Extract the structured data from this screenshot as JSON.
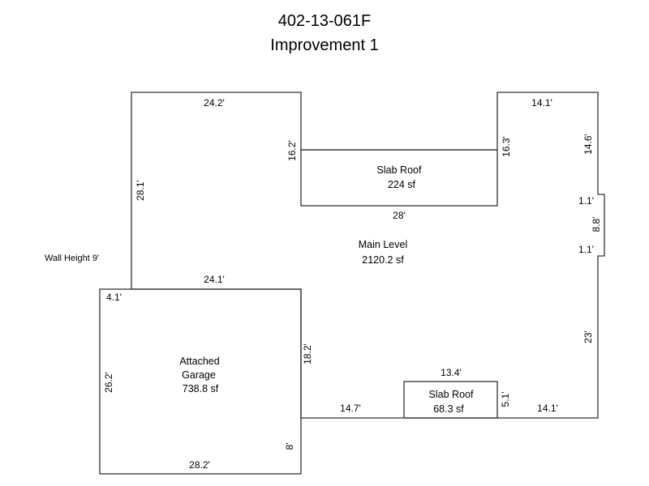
{
  "title": {
    "parcel": "402-13-061F",
    "subtitle": "Improvement 1"
  },
  "wall_height": "Wall Height 9'",
  "areas": {
    "main": {
      "name": "Main Level",
      "area": "2120.2 sf"
    },
    "slab_roof_top": {
      "name": "Slab Roof",
      "area": "224 sf"
    },
    "slab_roof_bottom": {
      "name": "Slab Roof",
      "area": "68.3 sf"
    },
    "garage": {
      "name_line1": "Attached",
      "name_line2": "Garage",
      "area": "738.8 sf"
    }
  },
  "dimensions": {
    "top_left": "24.2'",
    "left_upper": "28.1'",
    "notch_left": "16.2'",
    "notch_bottom": "28'",
    "notch_right": "16.3'",
    "top_right": "14.1'",
    "right_upper": "14.6'",
    "bump_top": "1.1'",
    "bump_side": "8.8'",
    "bump_bottom": "1.1'",
    "right_lower": "23'",
    "bottom_right": "14.1'",
    "slab2_top": "13.4'",
    "slab2_side": "5.1'",
    "bottom_mid": "14.7'",
    "garage_top": "24.1'",
    "garage_top_left": "4.1'",
    "garage_left": "26.2'",
    "garage_right": "18.2'",
    "garage_right_lower": "8'",
    "garage_bottom": "28.2'"
  }
}
